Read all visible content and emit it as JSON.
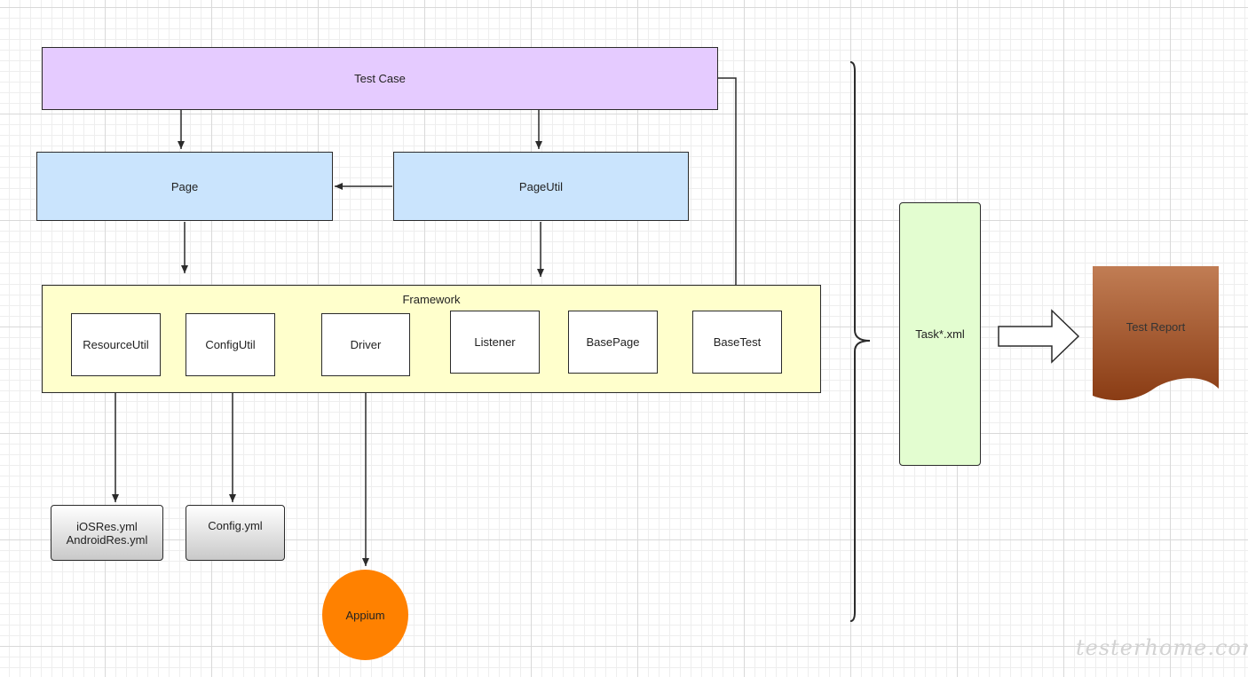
{
  "nodes": {
    "test_case": "Test Case",
    "page": "Page",
    "page_util": "PageUtil",
    "framework": "Framework",
    "resource_util": "ResourceUtil",
    "config_util": "ConfigUtil",
    "driver": "Driver",
    "listener": "Listener",
    "base_page": "BasePage",
    "base_test": "BaseTest",
    "res_files": "iOSRes.yml\nAndroidRes.yml",
    "config_file": "Config.yml",
    "appium": "Appium",
    "task": "Task*.xml",
    "report": "Test Report"
  },
  "watermark": "testerhome.com",
  "colors": {
    "test_case": "#e5cbff",
    "page_layer": "#cae4fd",
    "framework": "#ffffcc",
    "task": "#e3fdd0",
    "appium": "#ff8100",
    "report_top": "#c17d54",
    "report_bottom": "#8a3c14"
  }
}
